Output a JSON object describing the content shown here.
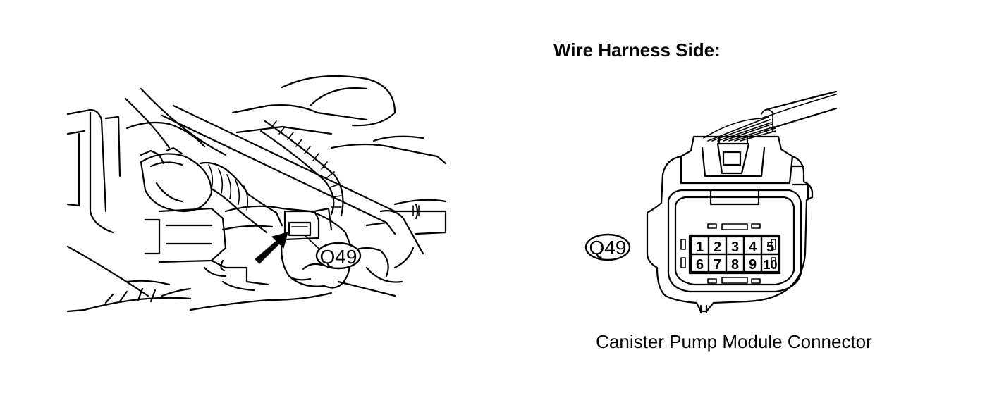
{
  "heading": "Wire Harness Side:",
  "caption": "Canister Pump Module Connector",
  "connector_code_engine": "Q49",
  "connector_code_face": "Q49",
  "pins_row1": [
    "1",
    "2",
    "3",
    "4",
    "5"
  ],
  "pins_row2": [
    "6",
    "7",
    "8",
    "9",
    "10"
  ]
}
